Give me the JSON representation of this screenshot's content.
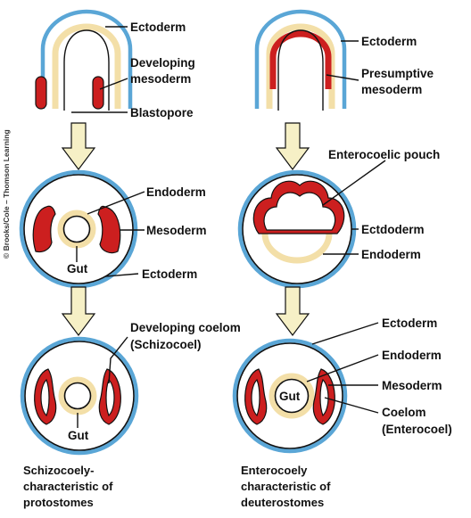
{
  "credit": "© Brooks/Cole – Thomson Learning",
  "colors": {
    "ectoderm": "#5aa6d6",
    "endoderm": "#f3dfa8",
    "mesoderm": "#cc1f1f",
    "arrow": "#f6f0c6",
    "outline": "#111111"
  },
  "left_column": {
    "gastrula_labels": [
      "Ectoderm",
      "Developing",
      "mesoderm",
      "Blastopore"
    ],
    "stage2_labels": [
      "Endoderm",
      "Mesoderm",
      "Gut",
      "Ectoderm"
    ],
    "stage3_labels": [
      "Developing coelom",
      "(Schizocoel)",
      "Gut"
    ],
    "caption": [
      "Schizocoely-",
      "characteristic of",
      "protostomes"
    ]
  },
  "right_column": {
    "gastrula_labels": [
      "Ectoderm",
      "Presumptive",
      "mesoderm"
    ],
    "stage2_labels": [
      "Enterocoelic pouch",
      "Ectdoderm",
      "Endoderm"
    ],
    "stage3_labels": [
      "Ectoderm",
      "Endoderm",
      "Mesoderm",
      "Gut",
      "Coelom",
      "(Enterocoel)"
    ],
    "caption": [
      "Enterocoely",
      "characteristic of",
      "deuterostomes"
    ]
  }
}
